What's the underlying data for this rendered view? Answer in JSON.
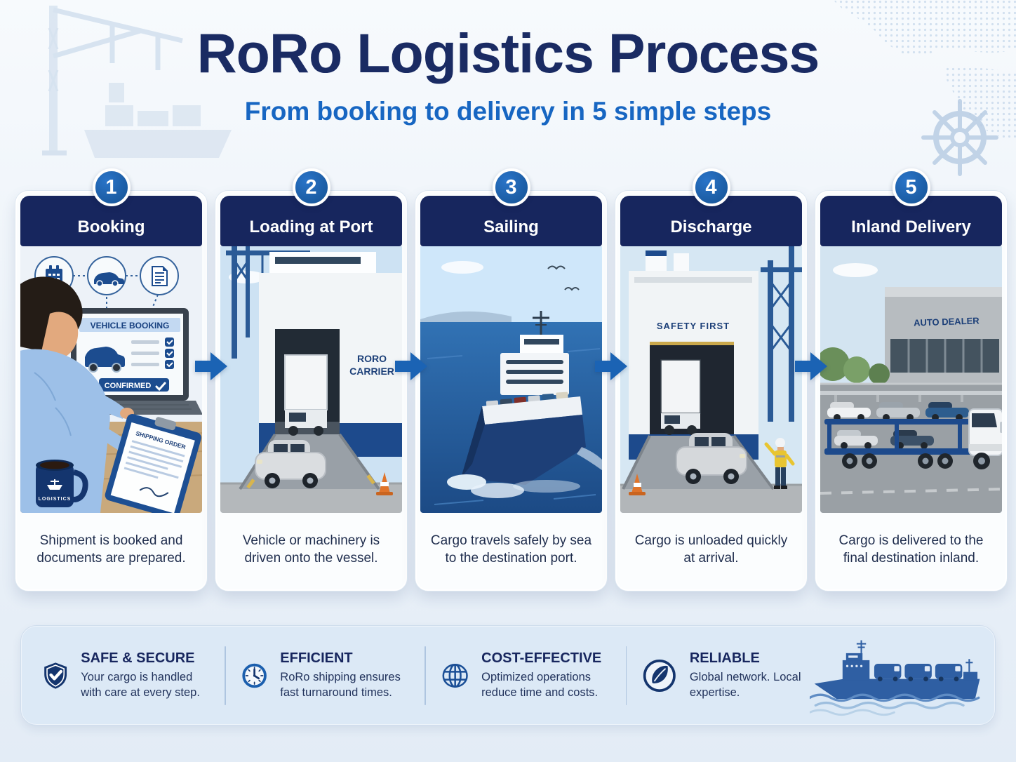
{
  "header": {
    "title": "RoRo Logistics Process",
    "subtitle": "From booking to delivery in 5 simple steps"
  },
  "steps": [
    {
      "number": "1",
      "title": "Booking",
      "description": "Shipment is booked and documents are prepared.",
      "labels": {
        "screen_title": "VEHICLE BOOKING",
        "confirmed_badge": "CONFIRMED",
        "clipboard_title": "SHIPPING ORDER",
        "mug_text": "LOGISTICS"
      }
    },
    {
      "number": "2",
      "title": "Loading at Port",
      "description": "Vehicle or machinery is driven onto the vessel.",
      "labels": {
        "hull_line1": "RORO",
        "hull_line2": "CARRIER"
      }
    },
    {
      "number": "3",
      "title": "Sailing",
      "description": "Cargo travels safely by sea to the destination port.",
      "labels": {}
    },
    {
      "number": "4",
      "title": "Discharge",
      "description": "Cargo is unloaded quickly at arrival.",
      "labels": {
        "ship_text": "SAFETY FIRST"
      }
    },
    {
      "number": "5",
      "title": "Inland Delivery",
      "description": "Cargo is delivered to the final destination inland.",
      "labels": {
        "building_text": "AUTO DEALER"
      }
    }
  ],
  "features": [
    {
      "icon": "shield-check-icon",
      "title": "SAFE & SECURE",
      "description": "Your cargo is handled with care at every step."
    },
    {
      "icon": "clock-icon",
      "title": "EFFICIENT",
      "description": "RoRo shipping ensures fast turnaround times."
    },
    {
      "icon": "globe-icon",
      "title": "COST-EFFECTIVE",
      "description": "Optimized operations reduce time and costs."
    },
    {
      "icon": "leaf-icon",
      "title": "RELIABLE",
      "description": "Global network. Local expertise."
    }
  ],
  "colors": {
    "navy": "#17265E",
    "badge_blue": "#1B5FAE",
    "subtitle_blue": "#1766C2",
    "arrow_blue": "#1B63B4",
    "bar_bg": "#DCE9F6"
  }
}
